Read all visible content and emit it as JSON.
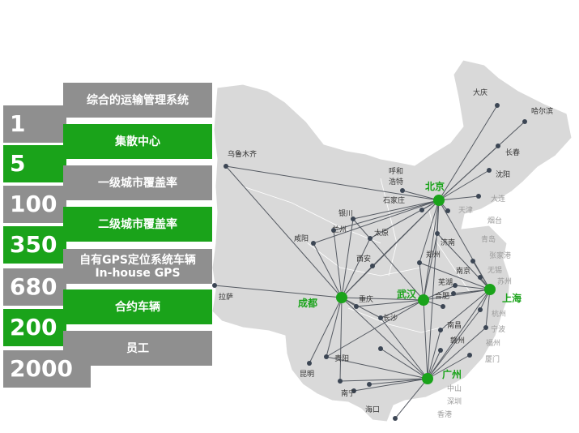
{
  "colors": {
    "green": "#1aa31a",
    "grey": "#8f8f8f",
    "map": "#d9d9d9",
    "dot": "#3c4654"
  },
  "panel": {
    "rows": [
      {
        "number": "1",
        "label": "综合的运输管理系统",
        "color": "grey"
      },
      {
        "number": "5",
        "label": "集散中心",
        "color": "green"
      },
      {
        "number": "100",
        "label": "一级城市覆盖率",
        "color": "grey"
      },
      {
        "number": "350",
        "label": "二级城市覆盖率",
        "color": "green"
      },
      {
        "number": "680",
        "label": "自有GPS定位系统车辆",
        "label2": "In-house GPS",
        "color": "grey"
      },
      {
        "number": "200",
        "label": "合约车辆",
        "color": "green"
      },
      {
        "number": "2000",
        "label": "员工",
        "color": "grey"
      }
    ]
  },
  "hubs": {
    "beijing": "北京",
    "chengdu": "成都",
    "wuhan": "武汉",
    "shanghai": "上海",
    "guangzhou": "广州"
  },
  "cities": {
    "daqing": "大庆",
    "haerbin": "哈尔滨",
    "changchun": "长春",
    "shenyang": "沈阳",
    "dalian": "大连",
    "wulumuqi": "乌鲁木齐",
    "huhehaote_1": "呼和",
    "huhehaote_2": "浩特",
    "shijiazhuang": "石家庄",
    "tianjin": "天津",
    "yinchuan": "银川",
    "lanzhou": "兰州",
    "taiyuan": "太原",
    "xianyang": "咸阳",
    "yantai": "烟台",
    "qingdao": "青岛",
    "zhangjiagang": "张家港",
    "jinan": "济南",
    "xian": "西安",
    "zhengzhou": "郑州",
    "nanjing": "南京",
    "wuxi": "无锡",
    "suzhou": "苏州",
    "wuhu": "芜湖",
    "hefei": "合肥",
    "lasa": "拉萨",
    "chongqing": "重庆",
    "hangzhou": "杭州",
    "changsha": "长沙",
    "ningbo": "宁波",
    "nanchang": "南昌",
    "ganzhou": "赣州",
    "fuzhou": "福州",
    "guiyang": "贵阳",
    "xiamen": "厦门",
    "kunming": "昆明",
    "zhongshan": "中山",
    "nanning": "南宁",
    "shenzhen": "深圳",
    "haikou": "海口",
    "xianggang": "香港"
  }
}
